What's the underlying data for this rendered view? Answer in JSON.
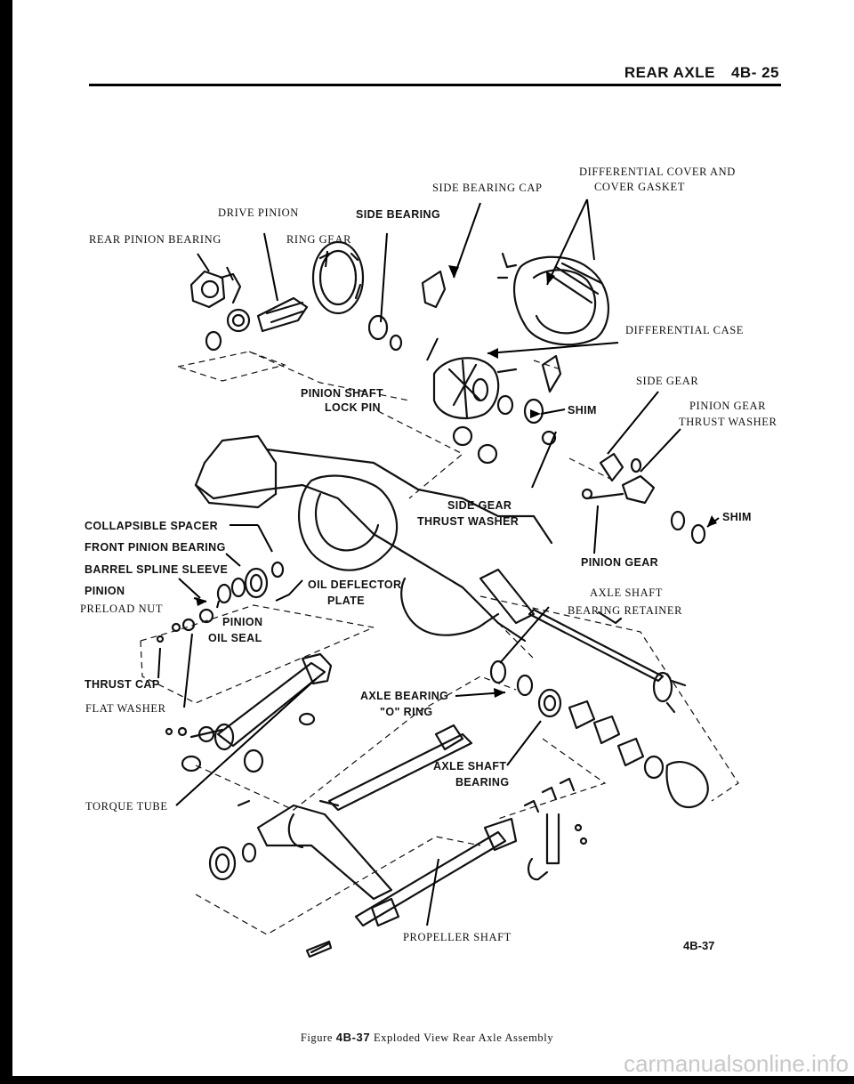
{
  "header": {
    "section": "REAR AXLE",
    "page": "4B- 25"
  },
  "labels": {
    "differential_cover_line1": "DIFFERENTIAL COVER AND",
    "differential_cover_line2": "COVER GASKET",
    "side_bearing_cap": "SIDE BEARING CAP",
    "drive_pinion": "DRIVE PINION",
    "side_bearing": "SIDE BEARING",
    "rear_pinion_bearing": "REAR PINION BEARING",
    "ring_gear": "RING GEAR",
    "differential_case": "DIFFERENTIAL CASE",
    "side_gear": "SIDE GEAR",
    "pinion_gear_thrust_washer_line1": "PINION GEAR",
    "pinion_gear_thrust_washer_line2": "THRUST WASHER",
    "pinion_shaft_lock_pin_line1": "PINION SHAFT",
    "pinion_shaft_lock_pin_line2": "LOCK PIN",
    "shim_upper": "SHIM",
    "side_gear_thrust_washer_line1": "SIDE GEAR",
    "side_gear_thrust_washer_line2": "THRUST WASHER",
    "shim_right": "SHIM",
    "collapsible_spacer": "COLLAPSIBLE SPACER",
    "front_pinion_bearing": "FRONT PINION BEARING",
    "barrel_spline_sleeve": "BARREL SPLINE SLEEVE",
    "pinion_preload_nut_line1": "PINION",
    "pinion_preload_nut_line2": "PRELOAD NUT",
    "oil_deflector_plate_line1": "OIL DEFLECTOR",
    "oil_deflector_plate_line2": "PLATE",
    "pinion_gear": "PINION GEAR",
    "axle_shaft_bearing_retainer_line1": "AXLE SHAFT",
    "axle_shaft_bearing_retainer_line2": "BEARING RETAINER",
    "pinion_oil_seal_line1": "PINION",
    "pinion_oil_seal_line2": "OIL SEAL",
    "thrust_cap": "THRUST CAP",
    "flat_washer": "FLAT WASHER",
    "axle_bearing_o_ring_line1": "AXLE BEARING",
    "axle_bearing_o_ring_line2": "\"O\" RING",
    "axle_shaft_bearing_line1": "AXLE SHAFT",
    "axle_shaft_bearing_line2": "BEARING",
    "torque_tube": "TORQUE TUBE",
    "propeller_shaft": "PROPELLER SHAFT"
  },
  "figure_number": "4B-37",
  "caption": {
    "prefix": "Figure",
    "number": "4B-37",
    "title": "Exploded View Rear Axle Assembly"
  },
  "watermark": "carmanualsonline.info"
}
